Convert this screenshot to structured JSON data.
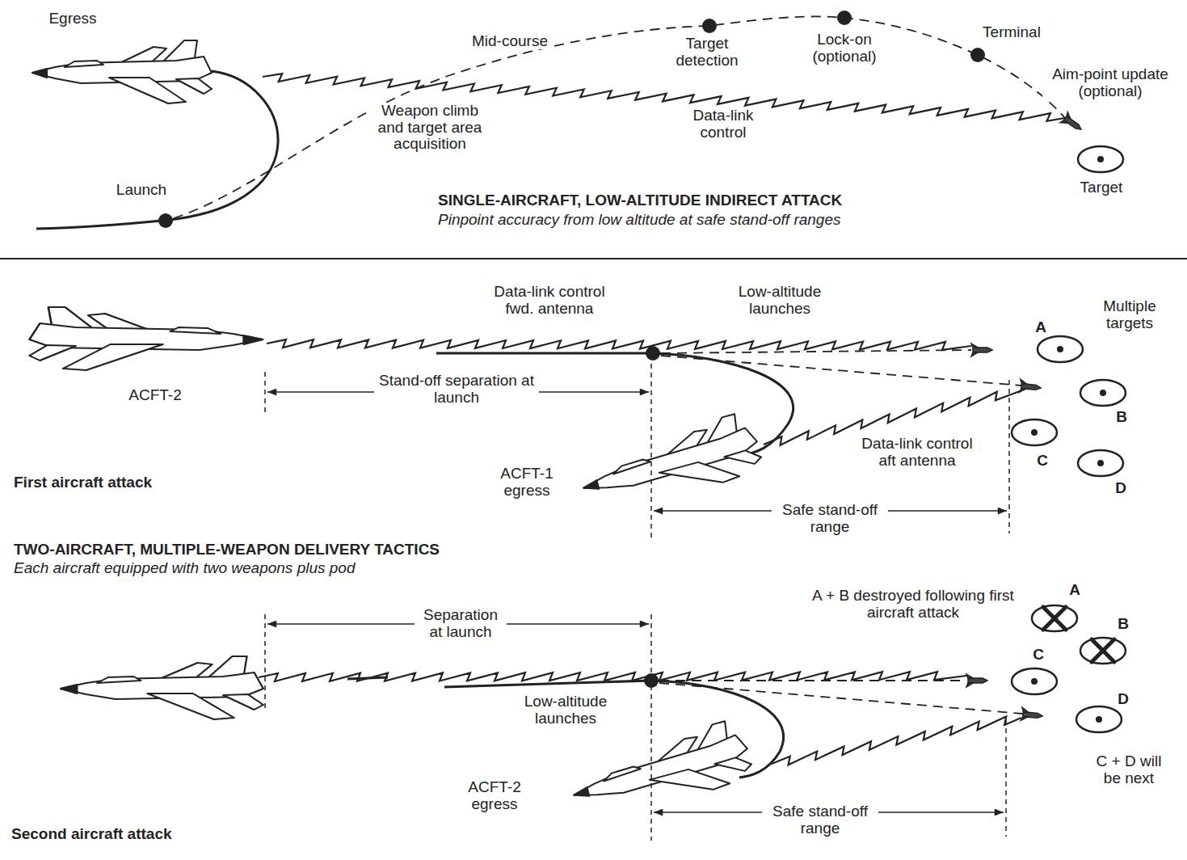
{
  "diagram": {
    "nodes": [
      {
        "text": [
          "Target"
        ]
      },
      {
        "text": [
          "A"
        ]
      },
      {
        "text": [
          "B"
        ]
      },
      {
        "text": [
          "C"
        ]
      },
      {
        "text": [
          "D"
        ]
      },
      {
        "text": [
          "A"
        ]
      },
      {
        "text": [
          "B"
        ]
      },
      {
        "text": [
          "C"
        ]
      },
      {
        "text": [
          "D"
        ]
      }
    ],
    "labels": [
      "Egress",
      "Mid-course",
      "Target detection",
      "Lock-on (optional)",
      "Terminal",
      "Aim-point update (optional)",
      "Weapon climb and target area acquisition",
      "Data-link control",
      "Launch",
      "SINGLE-AIRCRAFT, LOW-ALTITUDE INDIRECT ATTACK",
      "Pinpoint accuracy from low altitude at safe stand-off ranges",
      "Data-link control fwd. antenna",
      "Low-altitude launches",
      "Multiple targets",
      "ACFT-2",
      "Stand-off separation at launch",
      "ACFT-1 egress",
      "Data-link control aft antenna",
      "First aircraft attack",
      "Safe stand-off range",
      "TWO-AIRCRAFT, MULTIPLE-WEAPON DELIVERY TACTICS",
      "Each aircraft equipped with two weapons plus pod",
      "Separation at launch",
      "A + B destroyed following first aircraft attack",
      "Low-altitude launches",
      "ACFT-2 egress",
      "C + D will be next",
      "Safe stand-off range",
      "Second aircraft attack"
    ]
  }
}
